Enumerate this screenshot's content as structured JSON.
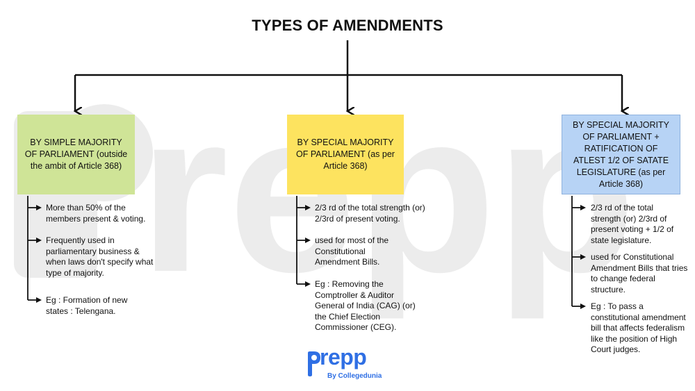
{
  "title": "TYPES OF AMENDMENTS",
  "boxes": [
    {
      "label": "BY SIMPLE MAJORITY OF PARLIAMENT (outside the ambit of Article 368)",
      "color": "#cfe497"
    },
    {
      "label": "BY SPECIAL MAJORITY OF PARLIAMENT (as per Article 368)",
      "color": "#fde35f"
    },
    {
      "label": "BY SPECIAL MAJORITY OF PARLIAMENT + RATIFICATION OF ATLEST 1/2 OF SATATE LEGISLATURE (as per Article 368)",
      "color": "#b7d3f5"
    }
  ],
  "columns": [
    {
      "items": [
        "More than 50% of the members present & voting.",
        "Frequently used in parliamentary business & when laws don't specify what type of majority.",
        "Eg : Formation of new states : Telengana."
      ]
    },
    {
      "items": [
        "2/3 rd of the total strength (or) 2/3rd of present voting.",
        "used for most of the Constitutional Amendment Bills.",
        "Eg : Removing the Comptroller & Auditor General of India (CAG) (or) the Chief Election Commissioner (CEG)."
      ]
    },
    {
      "items": [
        "2/3 rd of the total strength (or) 2/3rd of present voting + 1/2 of state legislature.",
        "used for Constitutional Amendment Bills that tries to change federal structure.",
        "Eg : To pass a constitutional amendment bill that affects federalism like the position of High Court judges."
      ]
    }
  ],
  "logo": {
    "word": "repp",
    "sub": "By Collegedunia",
    "color": "#2f6fe4"
  },
  "watermark": {
    "text": "repp",
    "color": "#e9e9e9"
  }
}
